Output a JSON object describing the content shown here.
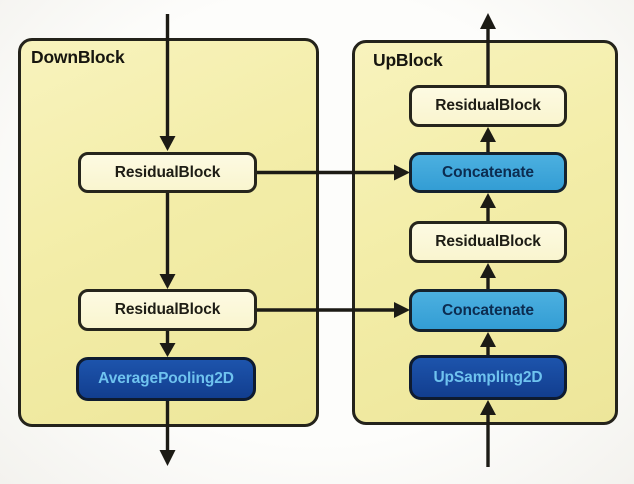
{
  "diagram": {
    "down_block": {
      "label": "DownBlock",
      "nodes": {
        "residual1": "ResidualBlock",
        "residual2": "ResidualBlock",
        "pooling": "AveragePooling2D"
      }
    },
    "up_block": {
      "label": "UpBlock",
      "nodes": {
        "residual_top": "ResidualBlock",
        "concat1": "Concatenate",
        "residual_mid": "ResidualBlock",
        "concat2": "Concatenate",
        "upsampling": "UpSampling2D"
      }
    },
    "colors": {
      "container_fill": "#f3eda8",
      "cream_node_fill": "#fbf8d8",
      "light_blue_node_fill": "#3aa3d8",
      "dark_blue_node_fill": "#16489d",
      "dark_blue_node_text": "#6fc3ef",
      "light_blue_node_text": "#0c2c50",
      "outline": "#24231b",
      "arrow": "#1c1b15"
    }
  }
}
